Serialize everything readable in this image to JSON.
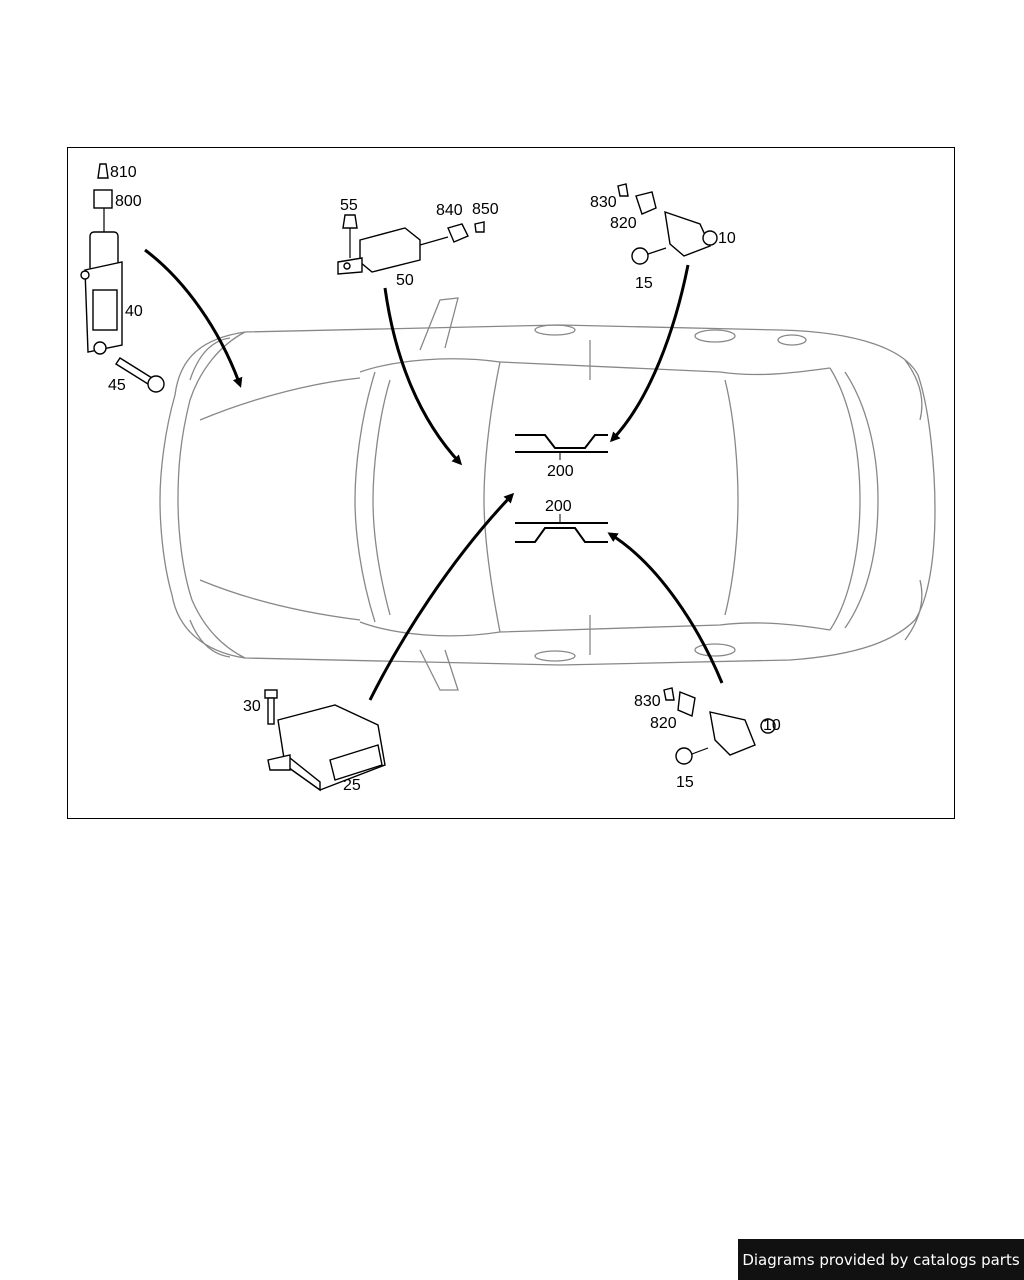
{
  "diagram": {
    "labels": {
      "p810": "810",
      "p800": "800",
      "p40": "40",
      "p45": "45",
      "p55": "55",
      "p840": "840",
      "p850": "850",
      "p50": "50",
      "p830a": "830",
      "p820a": "820",
      "p10a": "10",
      "p15a": "15",
      "p200a": "200",
      "p200b": "200",
      "p30": "30",
      "p25": "25",
      "p830b": "830",
      "p820b": "820",
      "p10b": "10",
      "p15b": "15"
    }
  },
  "footer": {
    "credit": "Diagrams provided by catalogs parts"
  },
  "colors": {
    "frame": "#000000",
    "car_outline": "#888888",
    "footer_bg": "#111111"
  }
}
